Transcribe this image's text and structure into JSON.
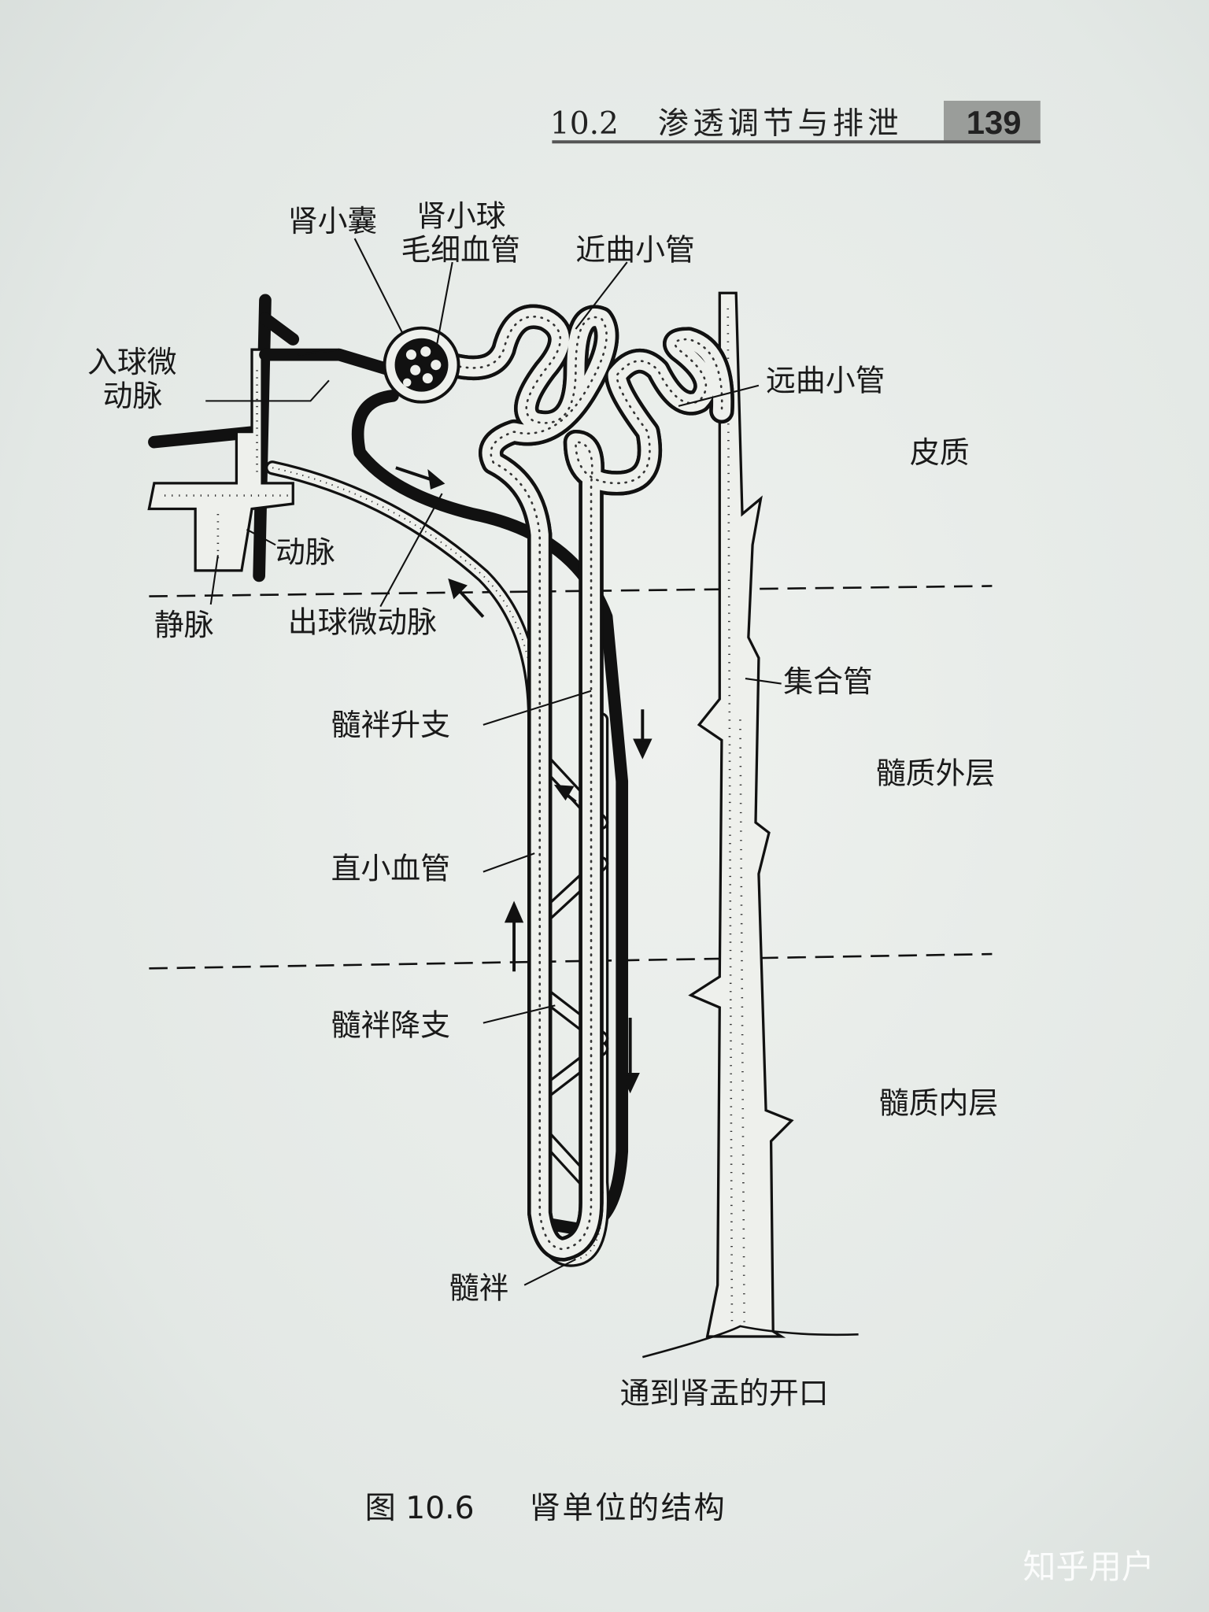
{
  "header": {
    "section": "10.2",
    "title": "渗透调节与排泄",
    "page_number": "139"
  },
  "diagram": {
    "labels": {
      "bowmans_capsule": "肾小囊",
      "glomerulus_1": "肾小球",
      "glomerulus_2": "毛细血管",
      "proximal_tubule": "近曲小管",
      "afferent_1": "入球微",
      "afferent_2": "动脉",
      "distal_tubule": "远曲小管",
      "cortex": "皮质",
      "artery": "动脉",
      "vein": "静脉",
      "efferent": "出球微动脉",
      "collecting_duct": "集合管",
      "ascending_limb": "髓袢升支",
      "outer_medulla": "髓质外层",
      "vasa_recta": "直小血管",
      "descending_limb": "髓袢降支",
      "inner_medulla": "髓质内层",
      "loop": "髓袢",
      "pelvis_opening": "通到肾盂的开口"
    }
  },
  "caption": {
    "number": "图 10.6",
    "title": "肾单位的结构"
  },
  "watermark": "知乎用户"
}
